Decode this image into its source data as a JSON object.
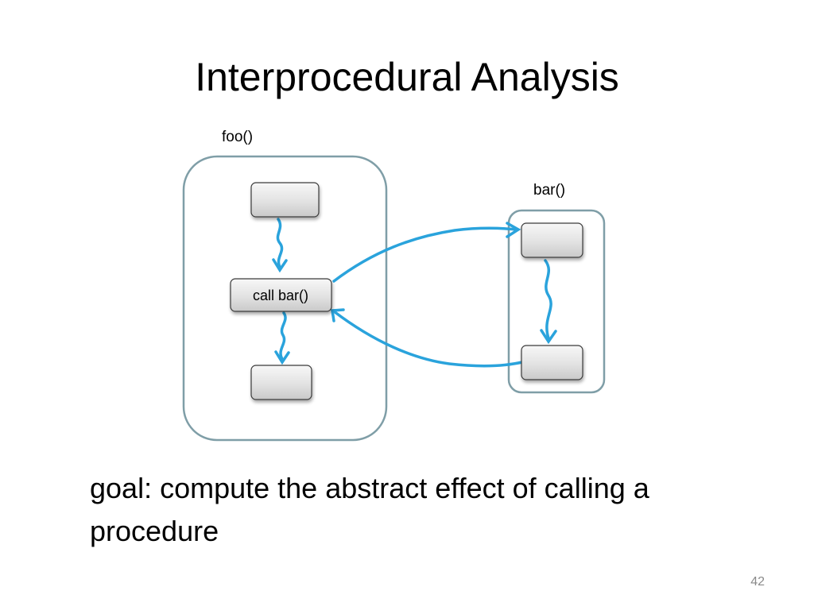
{
  "title": "Interprocedural Analysis",
  "procedures": {
    "foo": {
      "label": "foo()",
      "nodes": [
        "",
        "call bar()",
        ""
      ]
    },
    "bar": {
      "label": "bar()",
      "nodes": [
        "",
        ""
      ]
    }
  },
  "goal": "goal: compute the abstract effect of calling a procedure",
  "page_number": "42",
  "colors": {
    "arrow": "#2aa3dc",
    "procedure_border": "#7f9ea7",
    "node_border": "#3a3a3a",
    "node_fill_top": "#f7f7f7",
    "node_fill_bottom": "#c9c9c9",
    "page_number": "#8a8a8a"
  }
}
